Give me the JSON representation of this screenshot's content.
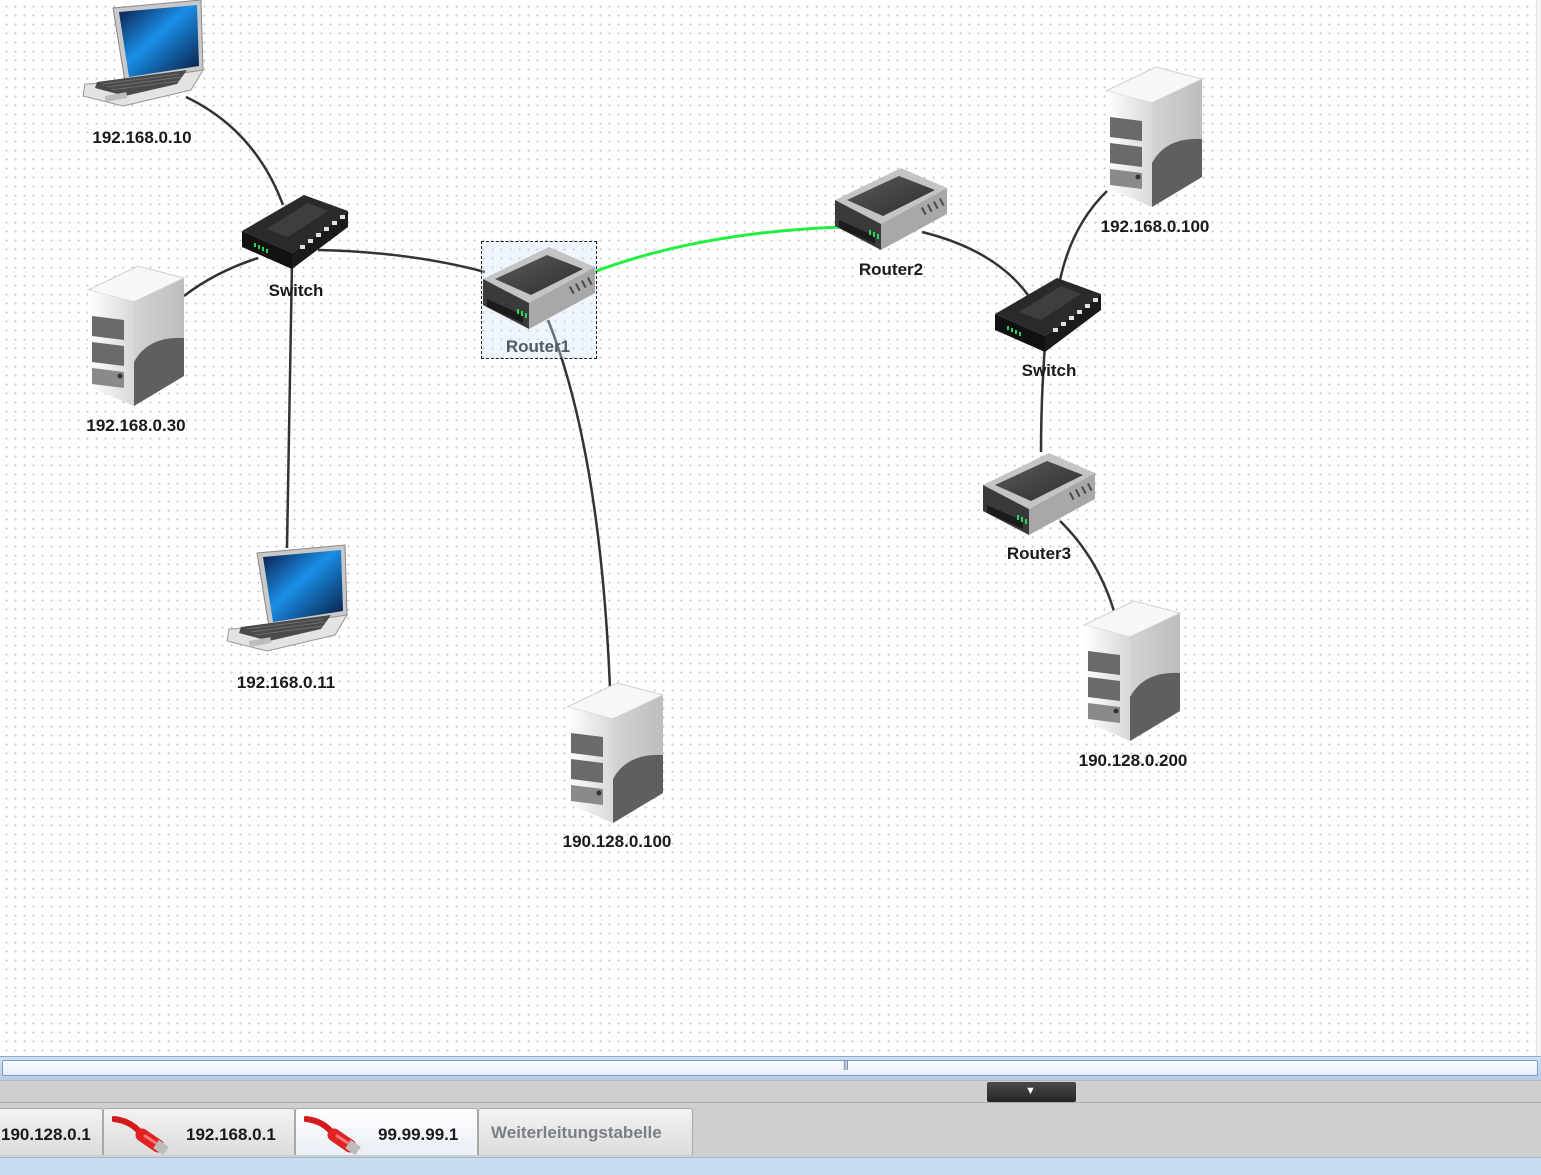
{
  "network": {
    "nodes": [
      {
        "id": "laptop1",
        "kind": "laptop",
        "label": "192.168.0.10"
      },
      {
        "id": "switch1",
        "kind": "switch",
        "label": "Switch"
      },
      {
        "id": "server1",
        "kind": "server",
        "label": "192.168.0.30"
      },
      {
        "id": "laptop2",
        "kind": "laptop",
        "label": "192.168.0.11"
      },
      {
        "id": "router1",
        "kind": "router",
        "label": "Router1",
        "selected": true
      },
      {
        "id": "server2",
        "kind": "server",
        "label": "190.128.0.100"
      },
      {
        "id": "router2",
        "kind": "router",
        "label": "Router2"
      },
      {
        "id": "server3",
        "kind": "server",
        "label": "192.168.0.100"
      },
      {
        "id": "switch2",
        "kind": "switch",
        "label": "Switch"
      },
      {
        "id": "router3",
        "kind": "router",
        "label": "Router3"
      },
      {
        "id": "server4",
        "kind": "server",
        "label": "190.128.0.200"
      }
    ],
    "links": [
      {
        "from": "laptop1",
        "to": "switch1",
        "color": "#333333"
      },
      {
        "from": "server1",
        "to": "switch1",
        "color": "#333333"
      },
      {
        "from": "laptop2",
        "to": "switch1",
        "color": "#333333"
      },
      {
        "from": "switch1",
        "to": "router1",
        "color": "#333333"
      },
      {
        "from": "router1",
        "to": "server2",
        "color": "#333333"
      },
      {
        "from": "router1",
        "to": "router2",
        "color": "#22ee44",
        "highlighted": true
      },
      {
        "from": "router2",
        "to": "switch2",
        "color": "#333333"
      },
      {
        "from": "server3",
        "to": "switch2",
        "color": "#333333"
      },
      {
        "from": "switch2",
        "to": "router3",
        "color": "#333333"
      },
      {
        "from": "router3",
        "to": "server4",
        "color": "#333333"
      }
    ]
  },
  "interfaces": {
    "tabs": [
      {
        "label": "190.128.0.1",
        "icon": "network-cable-icon"
      },
      {
        "label": "192.168.0.1",
        "icon": "network-cable-icon"
      },
      {
        "label": "99.99.99.1",
        "icon": "network-cable-icon",
        "active": true
      },
      {
        "label": "Weiterleitungstabelle"
      }
    ]
  },
  "colors": {
    "highlight_link": "#22ee44",
    "link": "#333333",
    "selection_fill": "#cde1f5"
  },
  "icons": {
    "collapse": "chevron-down-icon"
  }
}
